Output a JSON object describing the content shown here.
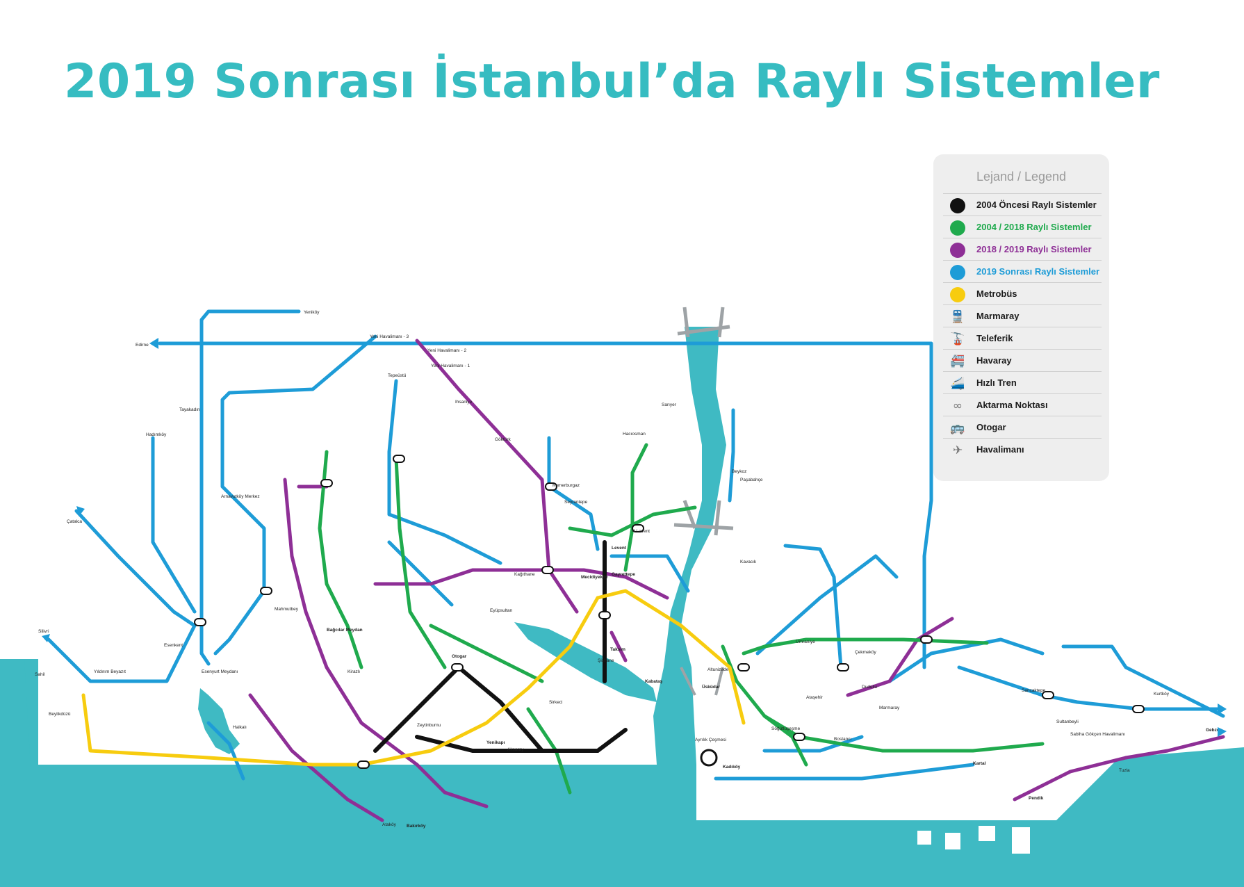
{
  "title": "2019 Sonrası İstanbul’da Raylı Sistemler",
  "colors": {
    "pre_2004": "#111111",
    "y2004_2018": "#1faa4d",
    "y2018_2019": "#8e2f96",
    "post_2019": "#1e9cd7",
    "metrobus": "#f7cc0f",
    "water": "#3fbac3",
    "title": "#36bcc1"
  },
  "legend": {
    "title": "Lejand / Legend",
    "items": [
      {
        "label": "2004 Öncesi Raylı Sistemler",
        "color": "#111111",
        "icon": "dot",
        "text_color": "#1c1c1c"
      },
      {
        "label": "2004 / 2018 Raylı Sistemler",
        "color": "#1faa4d",
        "icon": "dot",
        "text_color": "#1faa4d"
      },
      {
        "label": "2018 / 2019 Raylı Sistemler",
        "color": "#8e2f96",
        "icon": "dot",
        "text_color": "#8e2f96"
      },
      {
        "label": "2019 Sonrası Raylı Sistemler",
        "color": "#1e9cd7",
        "icon": "dot",
        "text_color": "#1e9cd7"
      },
      {
        "label": "Metrobüs",
        "color": "#f7cc0f",
        "icon": "dot",
        "text_color": "#1c1c1c"
      },
      {
        "label": "Marmaray",
        "icon": "train-icon",
        "glyph": "🚆",
        "text_color": "#1c1c1c"
      },
      {
        "label": "Teleferik",
        "icon": "cable-car-icon",
        "glyph": "🚡",
        "text_color": "#1c1c1c"
      },
      {
        "label": "Havaray",
        "icon": "monorail-icon",
        "glyph": "🚝",
        "text_color": "#1c1c1c"
      },
      {
        "label": "Hızlı Tren",
        "icon": "high-speed-train-icon",
        "glyph": "🚄",
        "text_color": "#1c1c1c"
      },
      {
        "label": "Aktarma Noktası",
        "icon": "transfer-point-icon",
        "glyph": "∞",
        "text_color": "#1c1c1c"
      },
      {
        "label": "Otogar",
        "icon": "bus-terminal-icon",
        "glyph": "🚌",
        "text_color": "#1c1c1c"
      },
      {
        "label": "Havalimanı",
        "icon": "airport-icon",
        "glyph": "✈",
        "text_color": "#1c1c1c"
      }
    ]
  },
  "stations": [
    {
      "name": "Yeniköy"
    },
    {
      "name": "Edirne"
    },
    {
      "name": "Yeni Havalimanı - 3"
    },
    {
      "name": "Yeni Havalimanı - 2"
    },
    {
      "name": "Yeni Havalimanı - 1"
    },
    {
      "name": "Tayakadın"
    },
    {
      "name": "Arnavutköy Merkez"
    },
    {
      "name": "Hadımköy"
    },
    {
      "name": "Tepeüstü"
    },
    {
      "name": "Ihsaniye"
    },
    {
      "name": "Göktürk"
    },
    {
      "name": "Kemerburgaz"
    },
    {
      "name": "Seyrantepe"
    },
    {
      "name": "Çatalca"
    },
    {
      "name": "Silivri"
    },
    {
      "name": "Sahil"
    },
    {
      "name": "Beylikdüzü"
    },
    {
      "name": "Yıldırım Beyazıt"
    },
    {
      "name": "Esenyurt Meydanı"
    },
    {
      "name": "Esenkent"
    },
    {
      "name": "Halkalı"
    },
    {
      "name": "Mahmutbey"
    },
    {
      "name": "Bağcılar Meydan"
    },
    {
      "name": "Kirazlı"
    },
    {
      "name": "Otogar"
    },
    {
      "name": "Bakırköy"
    },
    {
      "name": "Ataköy"
    },
    {
      "name": "Yenikapı"
    },
    {
      "name": "Zeytinburnu"
    },
    {
      "name": "Aksaray"
    },
    {
      "name": "Sirkeci"
    },
    {
      "name": "Kabataş"
    },
    {
      "name": "Taksim"
    },
    {
      "name": "Şişhane"
    },
    {
      "name": "Mecidiyeköy"
    },
    {
      "name": "Gayrettepe"
    },
    {
      "name": "Levent"
    },
    {
      "name": "4.Levent"
    },
    {
      "name": "Hacıosman"
    },
    {
      "name": "Sarıyer"
    },
    {
      "name": "Kağıthane"
    },
    {
      "name": "Eyüpsultan"
    },
    {
      "name": "Üsküdar"
    },
    {
      "name": "Ayrılık Çeşmesi"
    },
    {
      "name": "Kadıköy"
    },
    {
      "name": "Söğütlüçeşme"
    },
    {
      "name": "Bostancı"
    },
    {
      "name": "Kartal"
    },
    {
      "name": "Pendik"
    },
    {
      "name": "Tuzla"
    },
    {
      "name": "Gebze"
    },
    {
      "name": "Ümraniye"
    },
    {
      "name": "Çekmeköy"
    },
    {
      "name": "Sancaktepe"
    },
    {
      "name": "Sultanbeyli"
    },
    {
      "name": "Sabiha Gökçen Havalimanı"
    },
    {
      "name": "Kurtköy"
    },
    {
      "name": "Ataşehir"
    },
    {
      "name": "Dudullu"
    },
    {
      "name": "Altunizade"
    },
    {
      "name": "Beykoz"
    },
    {
      "name": "Kavacık"
    },
    {
      "name": "Paşabahçe"
    },
    {
      "name": "Marmaray"
    }
  ]
}
